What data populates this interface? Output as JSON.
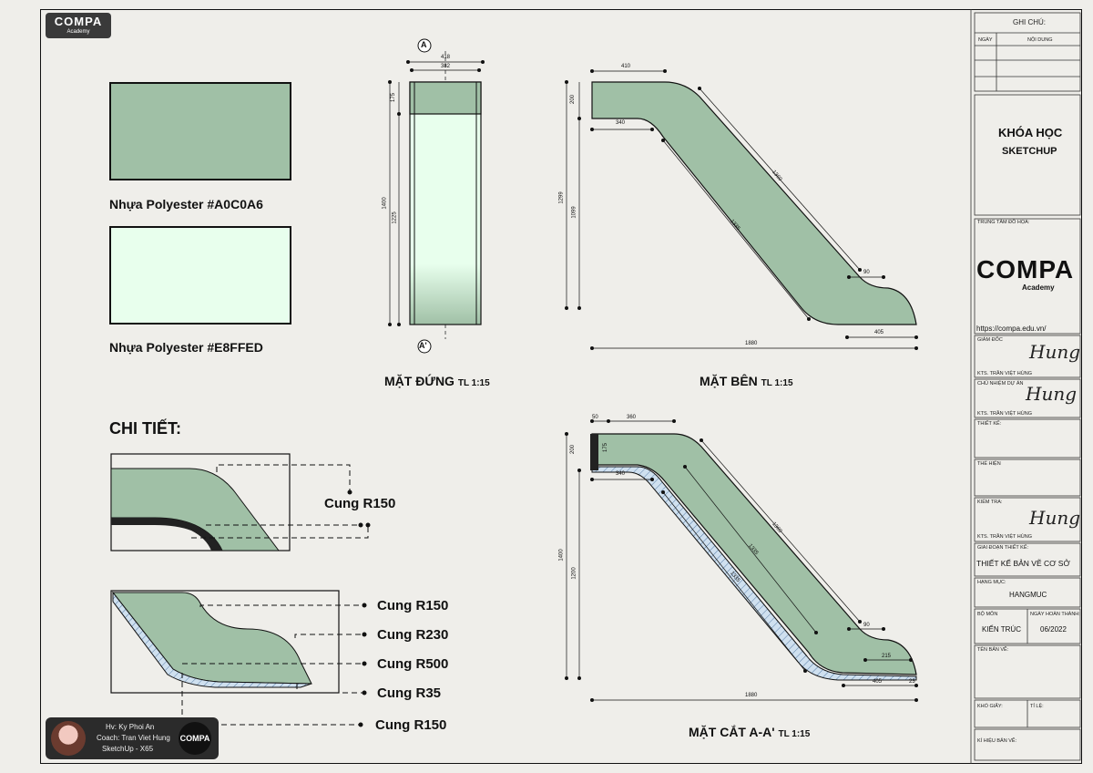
{
  "logo": {
    "top": "COMPA",
    "bottom": "Academy"
  },
  "materials": [
    {
      "label": "Nhựa Polyester #A0C0A6",
      "color": "#a0c0a6"
    },
    {
      "label": "Nhựa Polyester #E8FFED",
      "color": "#e8ffed"
    }
  ],
  "colors": {
    "green": "#a0c0a6",
    "mint": "#e8ffed",
    "line": "#111111"
  },
  "views": {
    "front": {
      "title": "MẶT ĐỨNG",
      "scale": "TL 1:15",
      "section_marker": "A",
      "section_marker_end": "A'",
      "dims": {
        "w_outer": "418",
        "w_inner": "382",
        "h_total": "1400",
        "h_top": "175",
        "h_body": "1225"
      }
    },
    "side": {
      "title": "MẶT BÊN",
      "scale": "TL 1:15",
      "dims": {
        "top_len": "410",
        "top_h": "200",
        "top_under": "340",
        "slope_top": "1360",
        "slope_bot": "1335",
        "tail_h": "90",
        "tail_len": "405",
        "total_len": "1880",
        "h_total": "1299",
        "h_mid": "1099"
      }
    },
    "section": {
      "title": "MẶT CẮT A-A'",
      "scale": "TL 1:15",
      "dims": {
        "top_small": "50",
        "top_len": "360",
        "top_h": "200",
        "top_h2": "175",
        "top_under": "340",
        "slope_top": "1360",
        "slope_mid": "1335",
        "slope_in": "1335",
        "tail_h": "90",
        "tail_in": "215",
        "tail_len": "405",
        "tail_small": "23",
        "total_len": "1880",
        "h_total": "1400",
        "h_mid": "1200"
      }
    }
  },
  "detail": {
    "heading": "CHI TIẾT:",
    "callouts_top": [
      "Cung R150"
    ],
    "callouts_bottom": [
      "Cung R150",
      "Cung R230",
      "Cung R500",
      "Cung R35",
      "Cung R150"
    ]
  },
  "student": {
    "line1": "Hv: Ky Phoi An",
    "line2": "Coach: Tran Viet Hung",
    "line3": "SketchUp - X65",
    "logo": "COMPA"
  },
  "titleblock": {
    "notes_header": "GHI CHÚ:",
    "col_date": "NGÀY",
    "col_content": "NỘI DUNG",
    "course_l1": "KHÓA HỌC",
    "course_l2": "SKETCHUP",
    "center_label": "TRUNG TÂM ĐỒ HỌA:",
    "brand": "COMPA",
    "brand_sub": "Academy",
    "url": "https://compa.edu.vn/",
    "director_label": "GIÁM ĐỐC",
    "director_name": "KTS. TRẦN VIỆT HÙNG",
    "pm_label": "CHỦ NHIỆM DỰ ÁN",
    "pm_name": "KTS. TRẦN VIỆT HÙNG",
    "design_label": "THIẾT KẾ:",
    "exec_label": "THỂ HIỆN",
    "check_label": "KIỂM TRA:",
    "check_name": "KTS. TRẦN VIỆT HÙNG",
    "stage_label": "GIAI ĐOẠN THIẾT KẾ:",
    "stage_value": "THIẾT KẾ BẢN VẼ CƠ SỞ",
    "item_label": "HẠNG MỤC:",
    "item_value": "HANGMUC",
    "dept_label": "BỘ MÔN",
    "dept_value": "KIẾN TRÚC",
    "done_label": "NGÀY HOÀN THÀNH:",
    "done_value": "06/2022",
    "drawing_name_label": "TÊN BẢN VẼ:",
    "paper_label": "KHỔ GIẤY:",
    "ratio_label": "TỈ LỆ:",
    "code_label": "KÍ HIỆU BẢN VẼ:",
    "signature": "Hung"
  }
}
